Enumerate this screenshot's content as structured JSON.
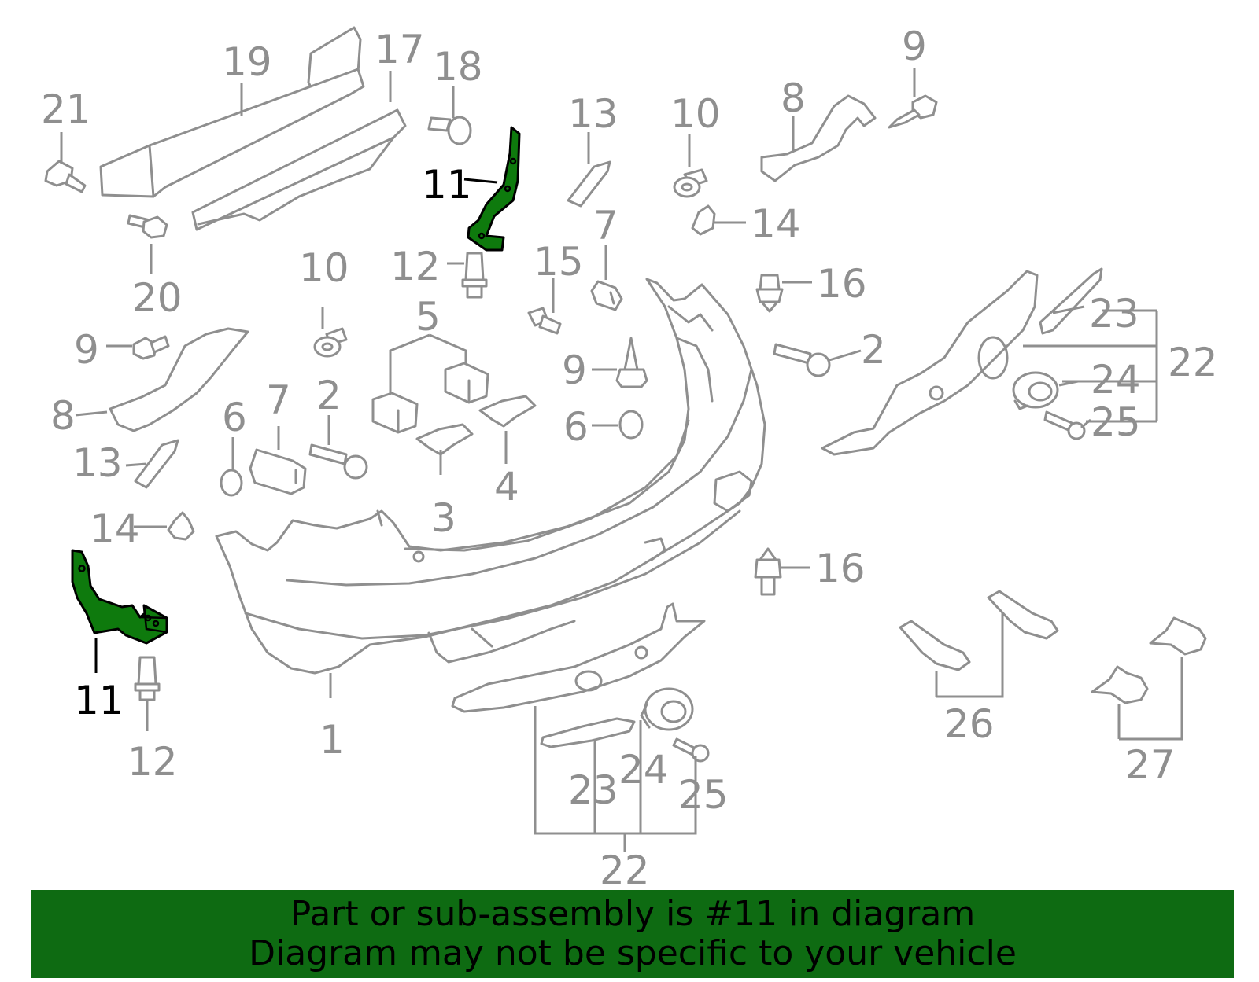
{
  "highlight_color": "#0e7a0d",
  "callouts": {
    "c1": "1",
    "c2a": "2",
    "c2b": "2",
    "c3": "3",
    "c4": "4",
    "c5": "5",
    "c6a": "6",
    "c6b": "6",
    "c7a": "7",
    "c7b": "7",
    "c8a": "8",
    "c8b": "8",
    "c9a": "9",
    "c9b": "9",
    "c9c": "9",
    "c10a": "10",
    "c10b": "10",
    "c11a": "11",
    "c11b": "11",
    "c12a": "12",
    "c12b": "12",
    "c13a": "13",
    "c13b": "13",
    "c14a": "14",
    "c14b": "14",
    "c15": "15",
    "c16a": "16",
    "c16b": "16",
    "c17": "17",
    "c18": "18",
    "c19": "19",
    "c20": "20",
    "c21": "21",
    "c22a": "22",
    "c22b": "22",
    "c23a": "23",
    "c23b": "23",
    "c24a": "24",
    "c24b": "24",
    "c25a": "25",
    "c25b": "25",
    "c26": "26",
    "c27": "27"
  },
  "banner": {
    "line1": "Part or sub-assembly is #11 in diagram",
    "line2": "Diagram may not be specific to your vehicle"
  }
}
